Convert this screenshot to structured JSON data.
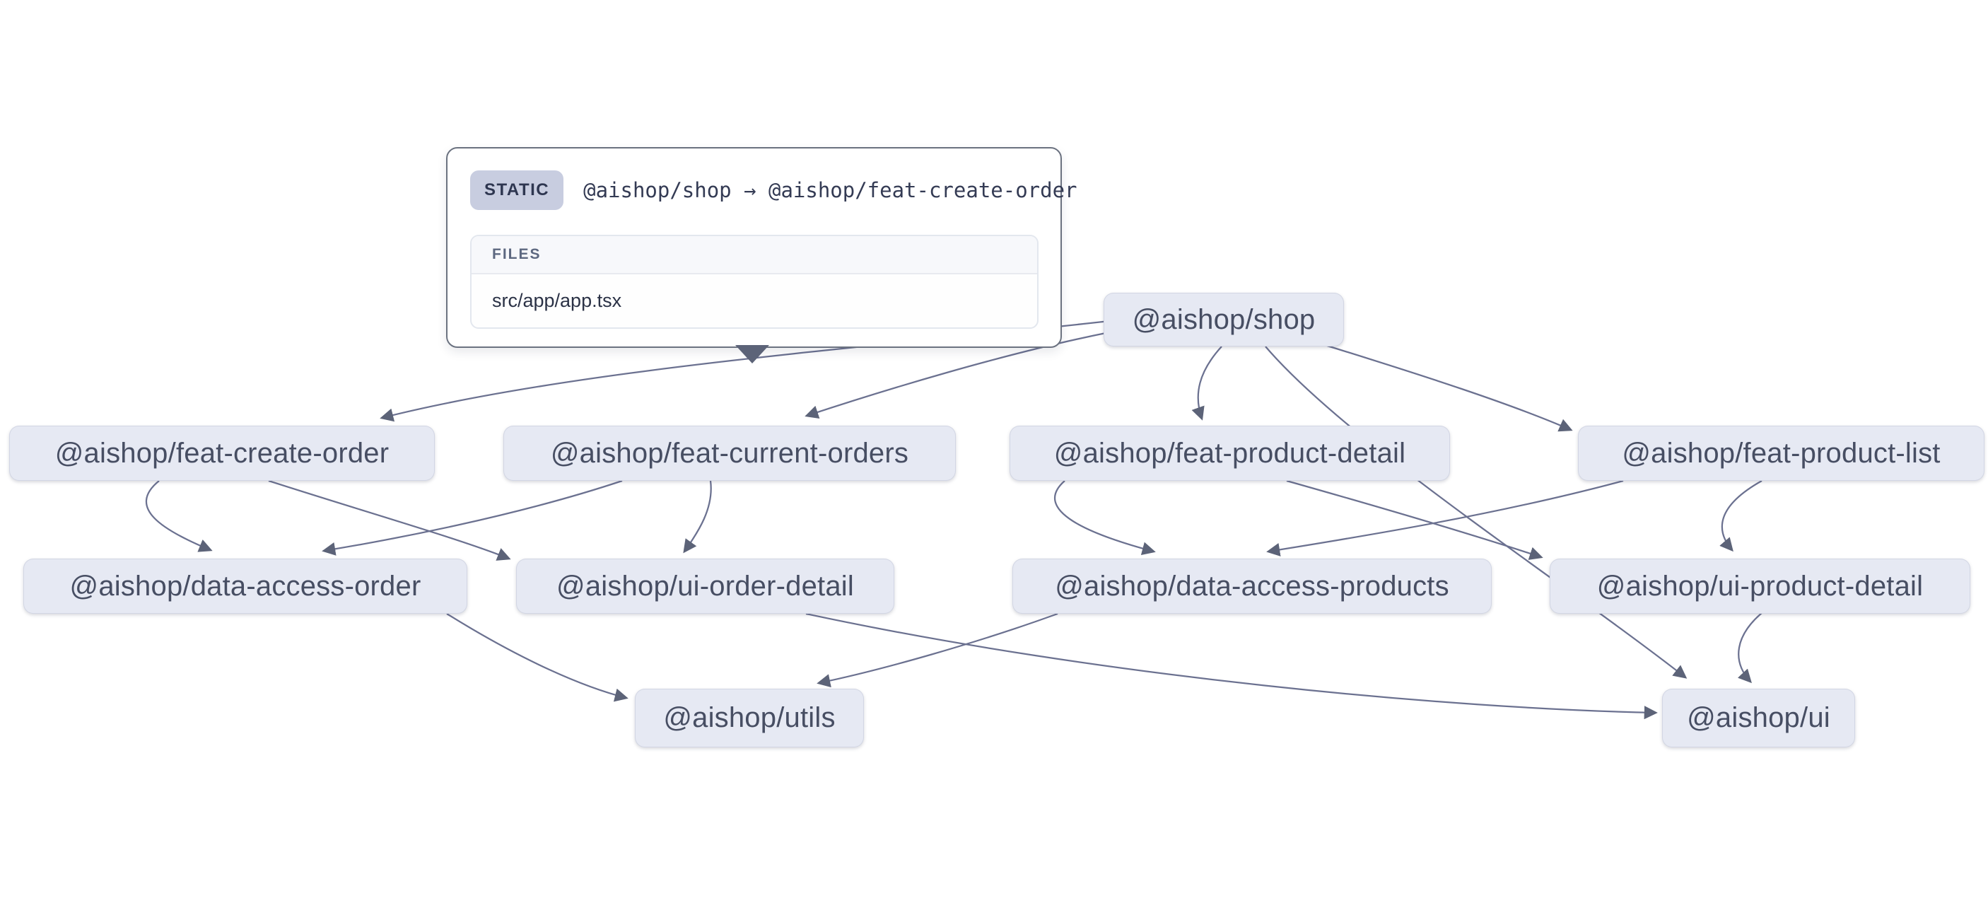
{
  "tooltip": {
    "badge": "STATIC",
    "edge_label": "@aishop/shop → @aishop/feat-create-order",
    "files_header": "FILES",
    "files": [
      "src/app/app.tsx"
    ]
  },
  "graph": {
    "type": "dependency-graph",
    "colors": {
      "node_fill": "#e6e9f3",
      "node_text": "#474e63",
      "edge_stroke": "#6b7190",
      "arrow_fill": "#5c6378",
      "tooltip_border": "#6b7280",
      "badge_bg": "#c8cde0"
    },
    "nodes": [
      {
        "id": "shop",
        "label": "@aishop/shop"
      },
      {
        "id": "feat-create-order",
        "label": "@aishop/feat-create-order"
      },
      {
        "id": "feat-current-orders",
        "label": "@aishop/feat-current-orders"
      },
      {
        "id": "feat-product-detail",
        "label": "@aishop/feat-product-detail"
      },
      {
        "id": "feat-product-list",
        "label": "@aishop/feat-product-list"
      },
      {
        "id": "data-access-order",
        "label": "@aishop/data-access-order"
      },
      {
        "id": "ui-order-detail",
        "label": "@aishop/ui-order-detail"
      },
      {
        "id": "data-access-products",
        "label": "@aishop/data-access-products"
      },
      {
        "id": "ui-product-detail",
        "label": "@aishop/ui-product-detail"
      },
      {
        "id": "utils",
        "label": "@aishop/utils"
      },
      {
        "id": "ui",
        "label": "@aishop/ui"
      }
    ],
    "edges": [
      {
        "source": "shop",
        "target": "feat-create-order",
        "type": "static",
        "hovered": true,
        "files": [
          "src/app/app.tsx"
        ]
      },
      {
        "source": "shop",
        "target": "feat-current-orders",
        "type": "static"
      },
      {
        "source": "shop",
        "target": "feat-product-detail",
        "type": "static"
      },
      {
        "source": "shop",
        "target": "feat-product-list",
        "type": "static"
      },
      {
        "source": "shop",
        "target": "ui",
        "type": "static"
      },
      {
        "source": "feat-create-order",
        "target": "data-access-order",
        "type": "static"
      },
      {
        "source": "feat-create-order",
        "target": "ui-order-detail",
        "type": "static"
      },
      {
        "source": "feat-current-orders",
        "target": "data-access-order",
        "type": "static"
      },
      {
        "source": "feat-current-orders",
        "target": "ui-order-detail",
        "type": "static"
      },
      {
        "source": "feat-product-detail",
        "target": "data-access-products",
        "type": "static"
      },
      {
        "source": "feat-product-detail",
        "target": "ui-product-detail",
        "type": "static"
      },
      {
        "source": "feat-product-list",
        "target": "data-access-products",
        "type": "static"
      },
      {
        "source": "feat-product-list",
        "target": "ui-product-detail",
        "type": "static"
      },
      {
        "source": "data-access-order",
        "target": "utils",
        "type": "static"
      },
      {
        "source": "data-access-products",
        "target": "utils",
        "type": "static"
      },
      {
        "source": "ui-order-detail",
        "target": "ui",
        "type": "static"
      },
      {
        "source": "ui-product-detail",
        "target": "ui",
        "type": "static"
      }
    ]
  }
}
